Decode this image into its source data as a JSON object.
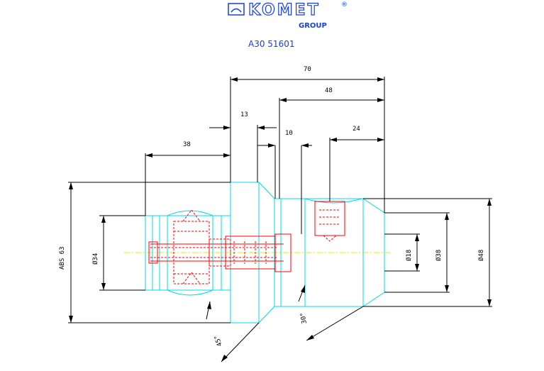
{
  "header": {
    "logo_text": "KOMET",
    "logo_mark": "®",
    "group_text": "GROUP",
    "part_number": "A30 51601"
  },
  "dimensions": {
    "len_70": "70",
    "len_48": "48",
    "len_13": "13",
    "len_10": "10",
    "len_24": "24",
    "len_38": "38",
    "abs": "ABS 63",
    "dia_34": "Ø34",
    "dia_18": "Ø18",
    "dia_38": "Ø38",
    "dia_48": "Ø48",
    "angle_45": "45°",
    "angle_30": "30°"
  },
  "colors": {
    "logo": "#1a3fd8",
    "part_number": "#1a3fd8",
    "outline": "#00d8ec",
    "hidden": "#ff0000",
    "centerline": "#f0e000",
    "dimension": "#000000"
  }
}
